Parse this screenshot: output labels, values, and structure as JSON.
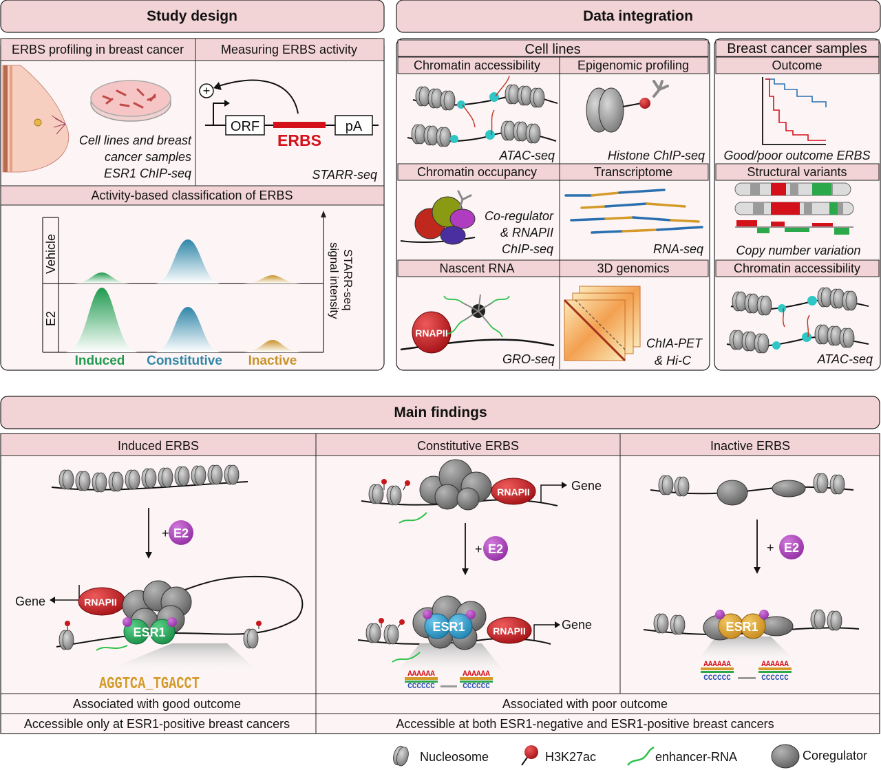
{
  "study_design": {
    "title": "Study design",
    "profiling_header": "ERBS profiling in breast cancer",
    "activity_header": "Measuring ERBS activity",
    "cell_caption": [
      "Cell lines and breast",
      "cancer samples",
      "ESR1 ChIP-seq"
    ],
    "construct": {
      "orf": "ORF",
      "erbs": "ERBS",
      "pa": "pA",
      "plus": "+"
    },
    "starr_label": "STARR-seq",
    "classification_header": "Activity-based classification of ERBS",
    "vehicle_label": "Vehicle",
    "e2_label": "E2",
    "axis_label": [
      "STARR-seq",
      "signal intensity"
    ],
    "classes": [
      "Induced",
      "Constitutive",
      "Inactive"
    ],
    "class_colors": [
      "#1f9a4e",
      "#2f86a8",
      "#c8922a"
    ]
  },
  "data_integration": {
    "title": "Data integration",
    "cell_lines": "Cell lines",
    "breast_samples": "Breast cancer samples",
    "panels": {
      "chromatin_accessibility": "Chromatin accessibility",
      "atac": "ATAC-seq",
      "epigenomic": "Epigenomic profiling",
      "histone": "Histone ChIP-seq",
      "occupancy": "Chromatin occupancy",
      "coreg": [
        "Co-regulator",
        "& RNAPII",
        "ChIP-seq"
      ],
      "transcriptome": "Transcriptome",
      "rnaseq": "RNA-seq",
      "nascent": "Nascent RNA",
      "groseq": "GRO-seq",
      "rnapii": "RNAPII",
      "genomics3d": "3D genomics",
      "chiapet": [
        "ChIA-PET",
        "& Hi-C"
      ],
      "outcome": "Outcome",
      "good_poor": "Good/poor outcome ERBS",
      "structural": "Structural variants",
      "cnv": "Copy number variation",
      "chromatin_accessibility2": "Chromatin accessibility",
      "atac2": "ATAC-seq"
    }
  },
  "main_findings": {
    "title": "Main findings",
    "induced": {
      "header": "Induced ERBS",
      "e2": "E2",
      "plus": "+",
      "gene": "Gene",
      "rnapii": "RNAPII",
      "esr1": "ESR1",
      "motif": "AGGTCA_TGACCT",
      "outcome": "Associated with good outcome",
      "access": "Accessible only at ESR1-positive breast cancers"
    },
    "constitutive": {
      "header": "Constitutive ERBS",
      "e2": "E2",
      "plus": "+",
      "gene_top": "Gene",
      "gene_bottom": "Gene",
      "rnapii_top": "RNAPII",
      "rnapii_bottom": "RNAPII",
      "esr1": "ESR1",
      "motif_a": "AAAAAA",
      "motif_c": "CCCCCC"
    },
    "inactive": {
      "header": "Inactive ERBS",
      "e2": "E2",
      "plus": "+",
      "esr1": "ESR1",
      "motif_a": "AAAAAA",
      "motif_c": "CCCCCC"
    },
    "shared_outcome": "Associated with poor outcome",
    "shared_access": "Accessible at both ESR1-negative and ESR1-positive breast cancers"
  },
  "legend": {
    "nucleosome": "Nucleosome",
    "h3k27ac": "H3K27ac",
    "erna": "enhancer-RNA",
    "coregulator": "Coregulator"
  },
  "colors": {
    "header_fill": "#f2d4d6",
    "panel_fill": "#fdf5f5",
    "esr1_green": "#22a559",
    "esr1_blue": "#2aa0d0",
    "esr1_orange": "#e0a52a",
    "rnapii_red": "#c8161d",
    "e2_purple": "#b03cc0"
  }
}
